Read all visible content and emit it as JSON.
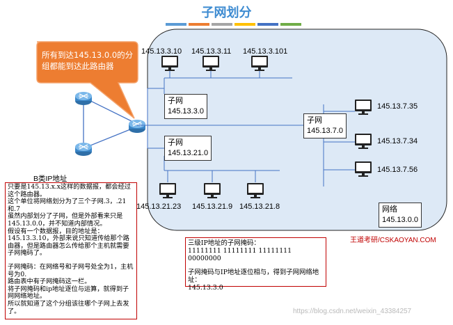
{
  "title": "子网划分",
  "color_bar": [
    "#5b9bd5",
    "#ed7d31",
    "#a5a5a5",
    "#ffc000",
    "#4472c4",
    "#70ad47"
  ],
  "callout": "所有到达145.13.0.0的分组都能到达此路由器",
  "hosts": {
    "h1": "145.13.3.10",
    "h2": "145.13.3.11",
    "h3": "145.13.3.101",
    "h4": "145.13.7.35",
    "h5": "145.13.7.34",
    "h6": "145.13.7.56",
    "h7": "145.13.21.23",
    "h8": "145.13.21.9",
    "h9": "145.13.21.8"
  },
  "subnets": {
    "s3": {
      "name": "子网",
      "addr": "145.13.3.0"
    },
    "s21": {
      "name": "子网",
      "addr": "145.13.21.0"
    },
    "s7": {
      "name": "子网",
      "addr": "145.13.7.0"
    }
  },
  "network": {
    "name": "网络",
    "addr": "145.13.0.0"
  },
  "class_b_label": "B类IP地址",
  "left_note": [
    "只要是145.13.x.x这样的数据报，都会经过这个路由器。",
    "这个单位将网络划分为了三个子网.3，.21和.7",
    "虽然内部划分了子网，但是外部看来只是145.13.0.0，并不知道内部情况。",
    "假设有一个数据报，目的地址是：145.13.3.10，外部来说只知道传给那个路由器，但是路由器怎么传给那个主机就需要子网掩码了。",
    "",
    "子网掩码：在网络号和子网号处全为1，主机号为0.",
    "路由表中有子网掩码这一栏。",
    "将子网掩码和ip地址逐位与运算，就得到子网网络地址。",
    "所以就知道了这个分组该往哪个子网上去发了。"
  ],
  "right_note": [
    "三级IP地址的子网掩码：",
    "11111111 11111111 11111111 00000000",
    "",
    "子网掩码与IP地址逐位相与，得到子网网络地址：",
    "145.13.3.0"
  ],
  "watermark_red": "王道考研/CSKAOYAN.COM",
  "watermark_gray": "https://blog.csdn.net/weixin_43384257"
}
